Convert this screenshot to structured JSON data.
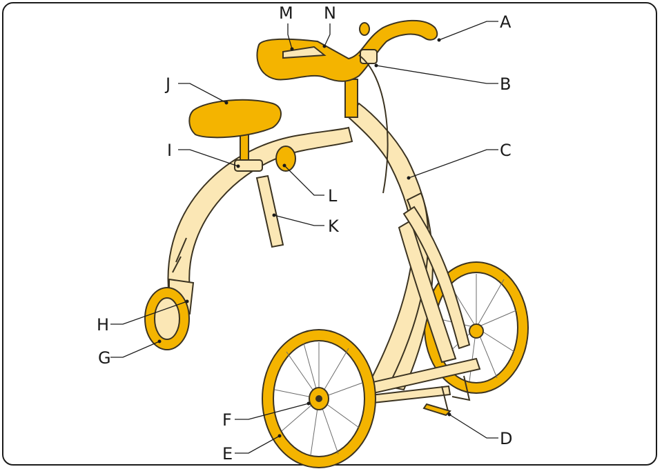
{
  "colors": {
    "frame": "#fbe7b5",
    "accent": "#f4b400",
    "outline": "#3b3321",
    "text": "#1a1a1a"
  },
  "labels": {
    "A": "A",
    "B": "B",
    "C": "C",
    "D": "D",
    "E": "E",
    "F": "F",
    "G": "G",
    "H": "H",
    "I": "I",
    "J": "J",
    "K": "K",
    "L": "L",
    "M": "M",
    "N": "N"
  }
}
